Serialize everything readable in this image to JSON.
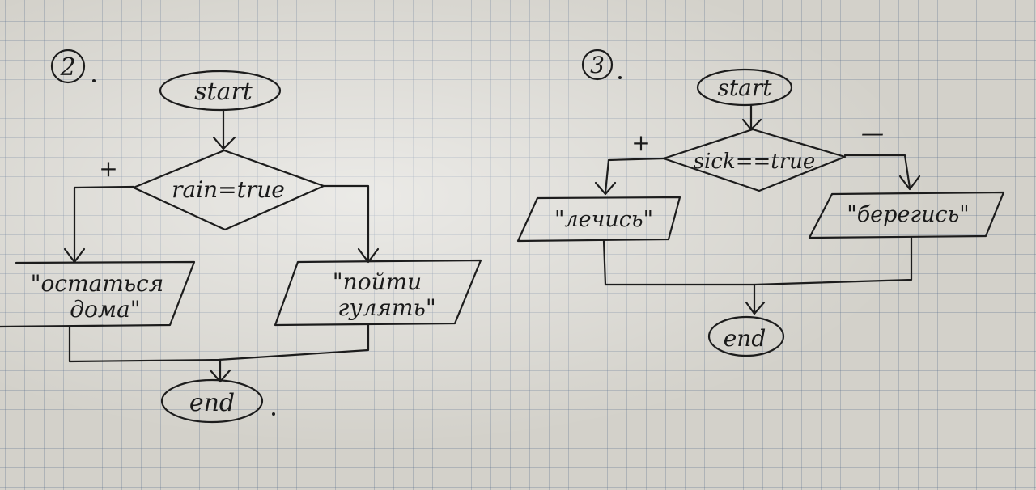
{
  "diagram2": {
    "number": "2",
    "start": "start",
    "condition": "rain=true",
    "yes_mark": "+",
    "yes_output_line1": "\"остаться",
    "yes_output_line2": "дома\"",
    "no_output_line1": "\"пойти",
    "no_output_line2": "гулять\"",
    "end": "end"
  },
  "diagram3": {
    "number": "3",
    "start": "start",
    "condition": "sick==true",
    "yes_mark": "+",
    "no_mark": "—",
    "yes_output": "\"лечись\"",
    "no_output": "\"берегись\"",
    "end": "end"
  }
}
